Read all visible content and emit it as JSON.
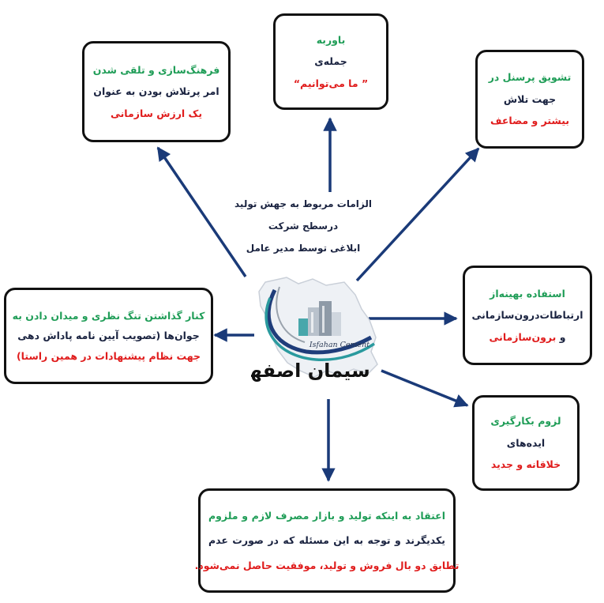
{
  "center": {
    "lines": [
      "الزامات مربوط به جهش تولید",
      "درسطح شرکت",
      "ابلاغی توسط مدیر عامل"
    ]
  },
  "logo": {
    "latin_text": "Isfahan Cement",
    "persian_text": "سیمان اصفهان"
  },
  "boxes": {
    "top": {
      "line1": "باوربه",
      "line2": "جمله‌ی",
      "line3": "” ما می‌توانیم“"
    },
    "top_left": {
      "line1": "فرهنگ‌سازی و تلقی شدن",
      "line2": "امر پرتلاش بودن به عنوان",
      "line3": "یک ارزش سازمانی"
    },
    "top_right": {
      "line1": "تشویق پرسنل در",
      "line2": "جهت تلاش",
      "line3": "بیشتر و مضاعف"
    },
    "right": {
      "line1": "استفاده بهینه‌از",
      "line2": "ارتباطات‌درون‌سازمانی",
      "line3_a": "و ",
      "line3_b": "برون‌سازمانی"
    },
    "bottom_right": {
      "line1": "لزوم بکارگیری",
      "line2": "ایده‌های",
      "line3": "خلاقانه و جدید"
    },
    "left": {
      "line1": "کنار گذاشتن تنگ نظری و میدان دادن به",
      "line2": "جوان‌ها (تصویب آیین نامه پاداش دهی",
      "line3": "جهت نظام پیشنهادات در همین راستا)"
    },
    "bottom": {
      "line1": "اعتقاد به اینکه تولید و بازار مصرف لازم و ملزوم",
      "line2": "یکدیگرند و توجه به این مسئله که در صورت عدم",
      "line3": "تطابق دو بال فروش و تولید، موفقیت حاصل نمی‌شود."
    }
  },
  "colors": {
    "arrow": "#1a3a78",
    "green": "#1f9d57",
    "dark_text": "#1a2340",
    "red": "#e01c1c",
    "logo_navy": "#1f3d7a",
    "logo_teal": "#2a9a9e"
  }
}
